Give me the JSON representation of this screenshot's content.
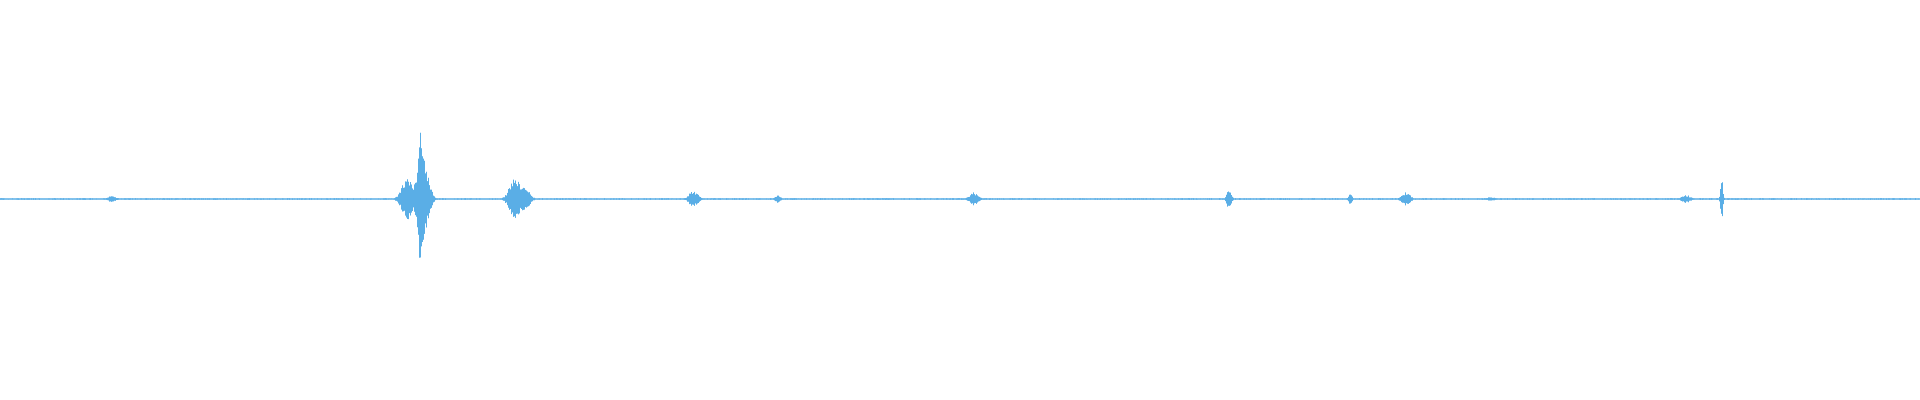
{
  "waveform": {
    "color": "#5aaee6",
    "baseline_color": "#5aaee6",
    "samples": 1920,
    "peak_amplitude_max": 1.0,
    "events": [
      {
        "t": 0.0,
        "amp": 0.012,
        "spread": 0.004
      },
      {
        "t": 0.058,
        "amp": 0.04,
        "spread": 0.003
      },
      {
        "t": 0.212,
        "amp": 0.24,
        "spread": 0.004
      },
      {
        "t": 0.2185,
        "amp": 1.0,
        "spread": 0.0012
      },
      {
        "t": 0.2195,
        "amp": 0.55,
        "spread": 0.004
      },
      {
        "t": 0.268,
        "amp": 0.26,
        "spread": 0.004
      },
      {
        "t": 0.272,
        "amp": 0.18,
        "spread": 0.004
      },
      {
        "t": 0.361,
        "amp": 0.11,
        "spread": 0.003
      },
      {
        "t": 0.405,
        "amp": 0.05,
        "spread": 0.002
      },
      {
        "t": 0.507,
        "amp": 0.08,
        "spread": 0.003
      },
      {
        "t": 0.64,
        "amp": 0.14,
        "spread": 0.0015
      },
      {
        "t": 0.703,
        "amp": 0.06,
        "spread": 0.0015
      },
      {
        "t": 0.732,
        "amp": 0.08,
        "spread": 0.003
      },
      {
        "t": 0.776,
        "amp": 0.02,
        "spread": 0.004
      },
      {
        "t": 0.878,
        "amp": 0.05,
        "spread": 0.003
      },
      {
        "t": 0.8965,
        "amp": 0.31,
        "spread": 0.0008
      }
    ],
    "noise_floor": 0.008
  }
}
